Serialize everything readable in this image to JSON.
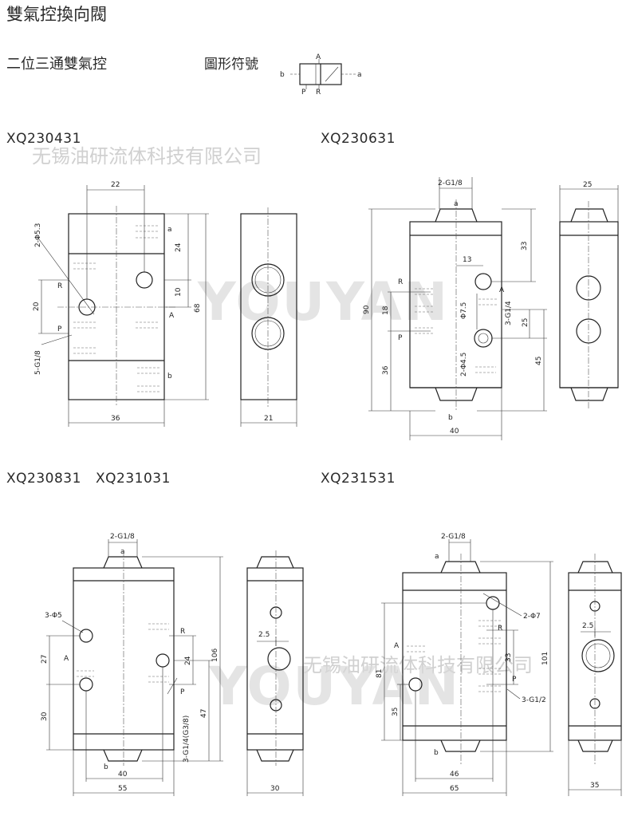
{
  "page_title": "雙氣控換向閥",
  "subtitle": "二位三通雙氣控",
  "symbol_label": "圖形符號",
  "symbol_ports": {
    "a": "a",
    "b": "b",
    "A": "A",
    "P": "P",
    "R": "R"
  },
  "watermark_text": "无锡油研流体科技有限公司",
  "watermark_logo": "YOUYAN",
  "models": {
    "m1": "XQ230431",
    "m2": "XQ230631",
    "m3a": "XQ230831",
    "m3b": "XQ231031",
    "m4": "XQ231531"
  },
  "labels": {
    "d1": {
      "top": "22",
      "right1": "24",
      "right2": "10",
      "height": "68",
      "left": "20",
      "bottom": "36",
      "side_width": "21",
      "hole": "2-Φ5.3",
      "thread": "5-G1/8",
      "a": "a",
      "b": "b",
      "A": "A",
      "P": "P",
      "R": "R"
    },
    "d2": {
      "top": "2-G1/8",
      "a": "a",
      "b": "b",
      "d13": "13",
      "d33": "33",
      "d90": "90",
      "d18": "18",
      "d36": "36",
      "d25": "25",
      "d45": "45",
      "d40": "40",
      "side_width": "25",
      "phi75": "Φ7.5",
      "phi45": "2-Φ4.5",
      "g14": "3-G1/4",
      "A": "A",
      "P": "P",
      "R": "R"
    },
    "d3": {
      "top": "2-G1/8",
      "a": "a",
      "b": "b",
      "phi5": "3-Φ5",
      "d27": "27",
      "d30": "30",
      "d24": "24",
      "d47": "47",
      "d106": "106",
      "d40": "40",
      "d55": "55",
      "g": "3-G1/4(G3/8)",
      "side_25": "2.5",
      "side_width": "30",
      "A": "A",
      "P": "P",
      "R": "R"
    },
    "d4": {
      "top": "2-G1/8",
      "a": "a",
      "b": "b",
      "phi7": "2-Φ7",
      "d81": "81",
      "d35": "35",
      "d33": "33",
      "d101": "101",
      "d46": "46",
      "d65": "65",
      "g12": "3-G1/2",
      "side_25": "2.5",
      "side_width": "35",
      "A": "A",
      "P": "P",
      "R": "R"
    }
  }
}
